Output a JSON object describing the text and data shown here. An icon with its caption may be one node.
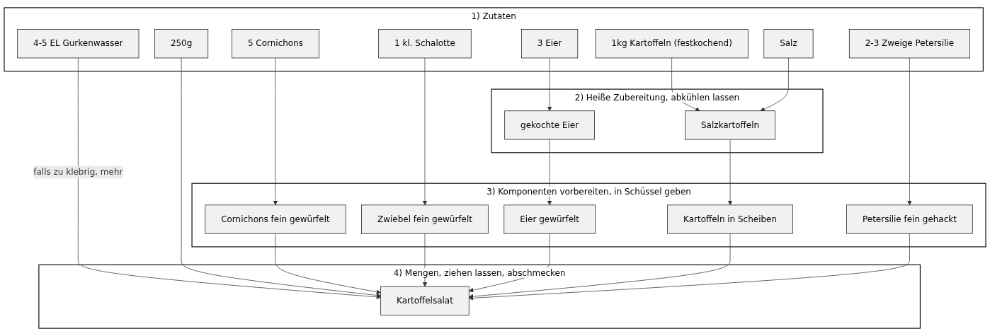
{
  "diagram": {
    "nodes": [
      {
        "text": [
          "1) Zutaten"
        ]
      },
      {
        "text": [
          "5 Cornichons"
        ],
        "in": 0
      },
      {
        "text": [
          "1 kl. Schalotte"
        ],
        "in": 0
      },
      {
        "text": [
          "3 Eier"
        ],
        "in": 0
      },
      {
        "text": [
          "1kg Kartoffeln (festkochend)"
        ],
        "in": 0
      },
      {
        "text": [
          "Salz"
        ],
        "in": 0
      },
      {
        "text": [
          "2-3 Zweige Petersilie"
        ],
        "in": 0
      },
      {
        "text": [
          "4-5 EL Gurkenwasser"
        ],
        "in": 0
      },
      {
        "text": [
          "250g"
        ],
        "in": 0
      },
      {
        "text": [
          "2) Heiße Zubereitung, abkühlen lassen"
        ]
      },
      {
        "text": [
          "gekochte Eier"
        ],
        "in": 9
      },
      {
        "text": [
          "Salzkartoffeln"
        ],
        "in": 9
      },
      {
        "text": [
          "3) Komponenten vorbereiten, in Schüssel geben"
        ]
      },
      {
        "text": [
          "Cornichons fein gewürfelt"
        ],
        "in": 12
      },
      {
        "text": [
          "Zwiebel fein gewürfelt"
        ],
        "in": 12
      },
      {
        "text": [
          "Eier gewürfelt"
        ],
        "in": 12
      },
      {
        "text": [
          "Kartoffeln in Scheiben"
        ],
        "in": 12
      },
      {
        "text": [
          "Petersilie fein gehackt"
        ],
        "in": 12
      },
      {
        "text": [
          "4) Mengen, ziehen lassen, abschmecken"
        ]
      },
      {
        "text": [
          "Kartoffelsalat"
        ],
        "in": 18
      }
    ],
    "edges": [
      {
        "from": 1,
        "to": 13,
        "arrow": "to"
      },
      {
        "from": 2,
        "to": 14,
        "arrow": "to"
      },
      {
        "from": 3,
        "to": 10,
        "arrow": "to"
      },
      {
        "from": 4,
        "to": 11,
        "arrow": "to"
      },
      {
        "from": 5,
        "to": 11,
        "arrow": "to"
      },
      {
        "from": 6,
        "to": 17,
        "arrow": "to"
      },
      {
        "from": 7,
        "to": 19,
        "arrow": "to",
        "label": "falls zu klebrig, mehr"
      },
      {
        "from": 8,
        "to": 19,
        "arrow": "to"
      },
      {
        "from": 10,
        "to": 15,
        "arrow": "to"
      },
      {
        "from": 11,
        "to": 16,
        "arrow": "to"
      },
      {
        "from": 13,
        "to": 19,
        "arrow": "to"
      },
      {
        "from": 14,
        "to": 19,
        "arrow": "to"
      },
      {
        "from": 15,
        "to": 19,
        "arrow": "to"
      },
      {
        "from": 16,
        "to": 19,
        "arrow": "to"
      },
      {
        "from": 17,
        "to": 19,
        "arrow": "to"
      }
    ]
  }
}
